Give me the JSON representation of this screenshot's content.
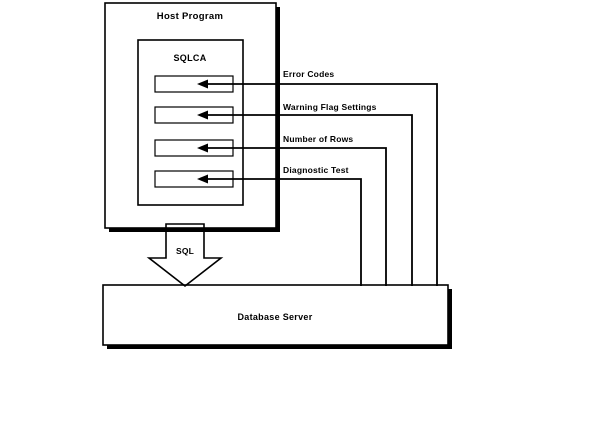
{
  "diagram": {
    "title_host_program": "Host Program",
    "title_sqlca": "SQLCA",
    "title_database_server": "Database Server",
    "label_sql": "SQL",
    "colors": {
      "stroke": "#000000",
      "background": "#ffffff",
      "shadow": "#000000"
    },
    "channels": [
      {
        "id": "error-codes",
        "label": "Error Codes"
      },
      {
        "id": "warning-flag-settings",
        "label": "Warning Flag Settings"
      },
      {
        "id": "number-of-rows",
        "label": "Number of Rows"
      },
      {
        "id": "diagnostic-test",
        "label": "Diagnostic Test"
      }
    ]
  }
}
